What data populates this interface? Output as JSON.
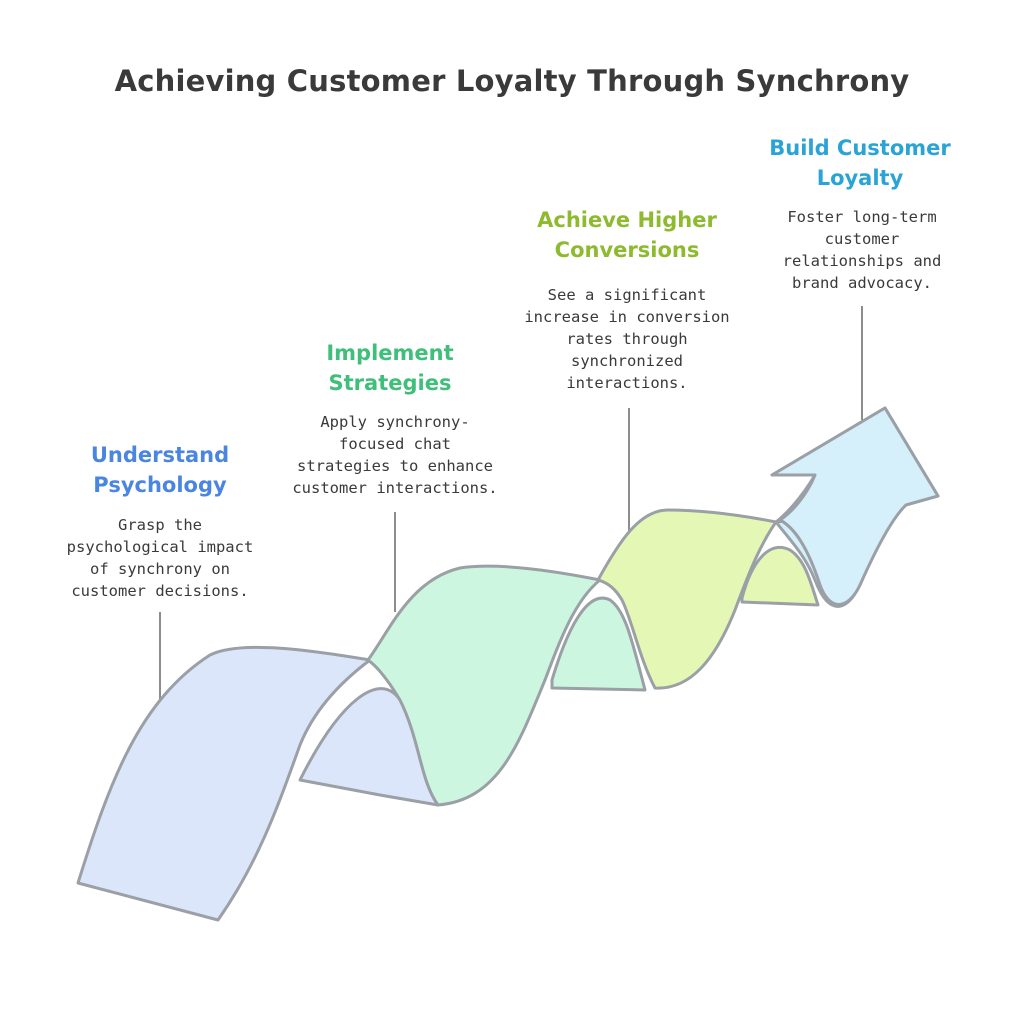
{
  "title": "Achieving Customer Loyalty Through Synchrony",
  "colors": {
    "step1": "#4a86e0",
    "step2": "#3fbf7a",
    "step3": "#8dba2e",
    "step4": "#2aa3d6",
    "outline": "#9aa0a6",
    "text": "#3a3a3a"
  },
  "steps": [
    {
      "title_lines": [
        "Understand",
        "Psychology"
      ],
      "desc_lines": [
        "Grasp the",
        "psychological impact",
        "of synchrony on",
        "customer decisions."
      ],
      "fill": "#dce6fb"
    },
    {
      "title_lines": [
        "Implement",
        "Strategies"
      ],
      "desc_lines": [
        "Apply synchrony-",
        "focused chat",
        "strategies to enhance",
        "customer interactions."
      ],
      "fill": "#cdf6e0"
    },
    {
      "title_lines": [
        "Achieve Higher",
        "Conversions"
      ],
      "desc_lines": [
        "See a significant",
        "increase in conversion",
        "rates through",
        "synchronized",
        "interactions."
      ],
      "fill": "#e5f7b5"
    },
    {
      "title_lines": [
        "Build Customer",
        "Loyalty"
      ],
      "desc_lines": [
        "Foster long-term",
        "customer",
        "relationships and",
        "brand advocacy."
      ],
      "fill": "#d5effb"
    }
  ]
}
